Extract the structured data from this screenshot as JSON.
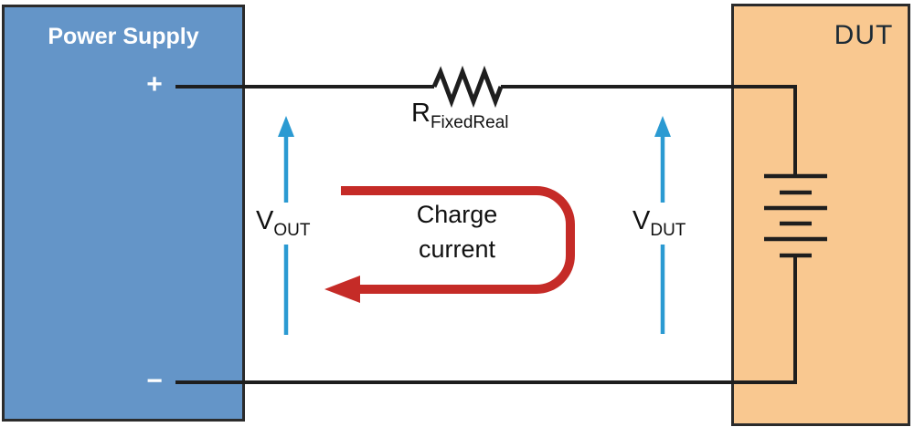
{
  "colors": {
    "ps-fill": "#6495C8",
    "dut-fill": "#F9C890",
    "wire": "#1E1E1E",
    "box-border": "#2B2B2B",
    "charge-red": "#C52B27",
    "arrow-blue": "#2B9AD2",
    "label-dark": "#111111",
    "dut-text": "#1C2A35",
    "ps-text": "#FFFFFF"
  },
  "power_supply": {
    "title": "Power Supply",
    "plus_terminal": "+",
    "minus_terminal": "−"
  },
  "dut": {
    "title": "DUT"
  },
  "resistor": {
    "symbol": "R",
    "subscript": "FixedReal"
  },
  "v_out": {
    "symbol": "V",
    "subscript": "OUT"
  },
  "v_dut": {
    "symbol": "V",
    "subscript": "DUT"
  },
  "charge_current": {
    "label": "Charge current"
  }
}
